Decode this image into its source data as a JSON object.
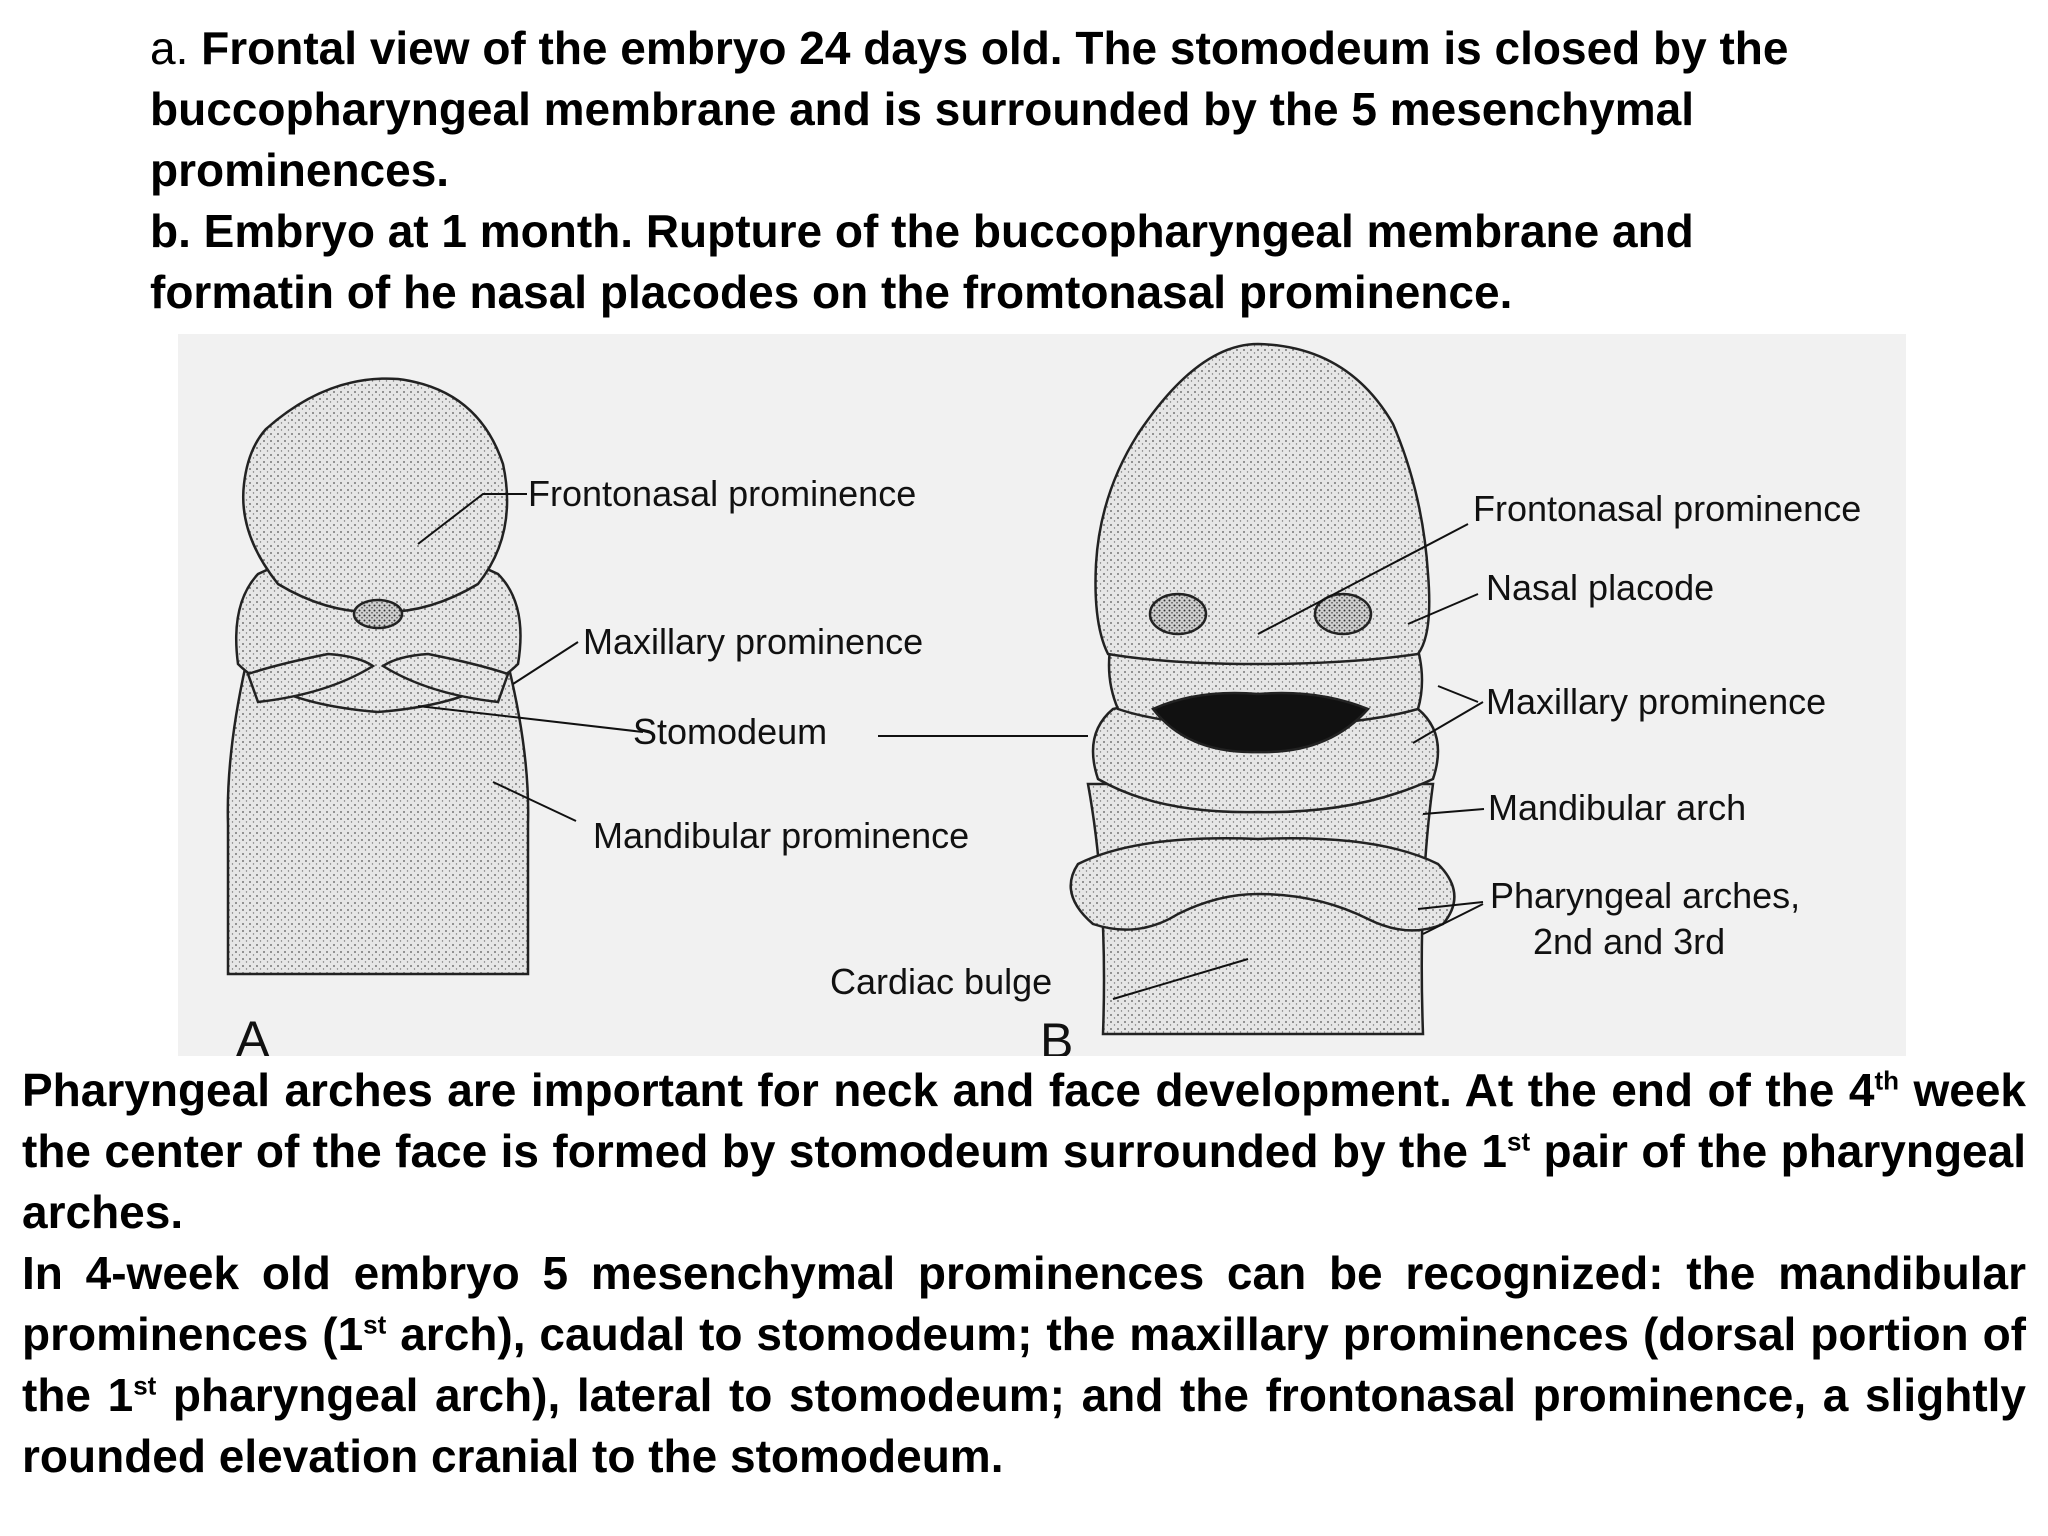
{
  "caption": {
    "a_prefix": "a.",
    "a_text": "Frontal view of the embryo 24 days old. The stomodeum is closed by the  buccopharyngeal membrane and is surrounded by the 5 mesenchymal prominences.",
    "b_text": "b. Embryo at 1 month. Rupture of the buccopharyngeal membrane and formatin of he nasal placodes on the fromtonasal prominence."
  },
  "figure": {
    "panel_a": {
      "letter": "A",
      "labels": {
        "frontonasal": "Frontonasal prominence",
        "maxillary": "Maxillary prominence",
        "stomodeum": "Stomodeum",
        "mandibular": "Mandibular prominence"
      }
    },
    "panel_b": {
      "letter": "B",
      "labels": {
        "frontonasal": "Frontonasal prominence",
        "nasal_placode": "Nasal placode",
        "maxillary": "Maxillary prominence",
        "mandibular": "Mandibular arch",
        "pharyngeal_1": "Pharyngeal arches,",
        "pharyngeal_2": "2nd and 3rd",
        "cardiac": "Cardiac bulge"
      }
    }
  },
  "body": {
    "p1_a": "Pharyngeal arches are important for neck and face development. At the end of the 4",
    "p1_sup1": "th",
    "p1_b": " week the  center of the face is formed by stomodeum surrounded by the 1",
    "p1_sup2": "st",
    "p1_c": " pair of the pharyngeal arches.",
    "p2_a": "In 4-week old embryo 5 mesenchymal prominences can be recognized: the mandibular prominences (1",
    "p2_sup1": "st",
    "p2_b": " arch), caudal to stomodeum; the maxillary prominences (dorsal portion of the 1",
    "p2_sup2": "st",
    "p2_c": " pharyngeal arch), lateral to stomodeum; and the frontonasal prominence, a slightly rounded elevation cranial to the stomodeum."
  }
}
